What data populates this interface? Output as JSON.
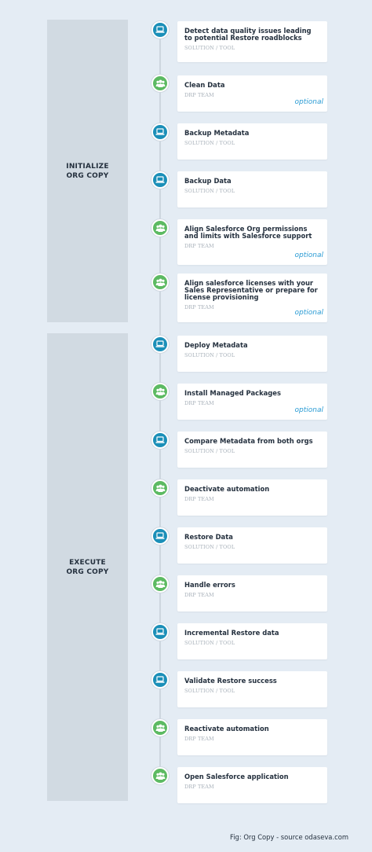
{
  "phases": [
    {
      "label": "INITIALIZE\nORG COPY"
    },
    {
      "label": "EXECUTE\nORG COPY"
    }
  ],
  "steps": [
    {
      "title": "Detect data quality issues leading to potential Restore roadblocks",
      "sub": "SOLUTION / TOOL",
      "type": "tool",
      "optional": ""
    },
    {
      "title": "Clean Data",
      "sub": "DRP TEAM",
      "type": "team",
      "optional": "optional"
    },
    {
      "title": "Backup Metadata",
      "sub": "SOLUTION / TOOL",
      "type": "tool",
      "optional": ""
    },
    {
      "title": "Backup Data",
      "sub": "SOLUTION / TOOL",
      "type": "tool",
      "optional": ""
    },
    {
      "title": "Align Salesforce Org permissions and limits with Salesforce support",
      "sub": "DRP TEAM",
      "type": "team",
      "optional": "optional"
    },
    {
      "title": "Align salesforce licenses with your Sales Representative or prepare for license provisioning",
      "sub": "DRP TEAM",
      "type": "team",
      "optional": "optional"
    },
    {
      "title": "Deploy Metadata",
      "sub": "SOLUTION / TOOL",
      "type": "tool",
      "optional": ""
    },
    {
      "title": "Install Managed Packages",
      "sub": "DRP TEAM",
      "type": "team",
      "optional": "optional"
    },
    {
      "title": "Compare Metadata from both orgs",
      "sub": "SOLUTION / TOOL",
      "type": "tool",
      "optional": ""
    },
    {
      "title": "Deactivate automation",
      "sub": "DRP TEAM",
      "type": "team",
      "optional": ""
    },
    {
      "title": "Restore Data",
      "sub": "SOLUTION / TOOL",
      "type": "tool",
      "optional": ""
    },
    {
      "title": "Handle errors",
      "sub": "DRP TEAM",
      "type": "team",
      "optional": ""
    },
    {
      "title": "Incremental Restore data",
      "sub": "SOLUTION / TOOL",
      "type": "tool",
      "optional": ""
    },
    {
      "title": "Validate Restore success",
      "sub": "SOLUTION / TOOL",
      "type": "tool",
      "optional": ""
    },
    {
      "title": "Reactivate automation",
      "sub": "DRP TEAM",
      "type": "team",
      "optional": ""
    },
    {
      "title": "Open Salesforce application",
      "sub": "DRP TEAM",
      "type": "team",
      "optional": ""
    }
  ],
  "icons": {
    "tool": "laptop-icon",
    "team": "team-group-icon"
  },
  "colors": {
    "background": "#e4ecf4",
    "phase_panel": "#d1dae2",
    "tool_node": "#1b8fb8",
    "team_node": "#5cba62",
    "optional_text": "#2a9bd4"
  },
  "caption": "Fig: Org Copy - source odaseva.com"
}
